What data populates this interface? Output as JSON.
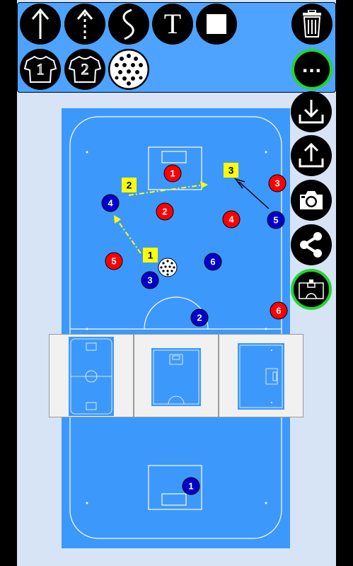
{
  "toolbar": {
    "tools": [
      {
        "name": "arrow-tool",
        "icon": "arrow-up-icon"
      },
      {
        "name": "dashed-arrow-tool",
        "icon": "dashed-arrow-up-icon"
      },
      {
        "name": "curve-tool",
        "icon": "curve-line-icon"
      },
      {
        "name": "text-tool",
        "icon": "text-icon",
        "label": "T"
      },
      {
        "name": "rectangle-tool",
        "icon": "square-icon"
      },
      {
        "name": "delete-button",
        "icon": "trash-icon"
      },
      {
        "name": "jersey-1-tool",
        "icon": "jersey-icon",
        "label": "1"
      },
      {
        "name": "jersey-2-tool",
        "icon": "jersey-icon",
        "label": "2"
      },
      {
        "name": "ball-tool",
        "icon": "floorball-icon"
      },
      {
        "name": "more-button",
        "icon": "more-dots-icon",
        "label": "..."
      }
    ]
  },
  "sidebar": [
    {
      "name": "download-button",
      "icon": "download-icon"
    },
    {
      "name": "upload-button",
      "icon": "upload-icon"
    },
    {
      "name": "camera-button",
      "icon": "camera-icon"
    },
    {
      "name": "share-button",
      "icon": "share-icon"
    },
    {
      "name": "court-view-button",
      "icon": "court-icon"
    }
  ],
  "colors": {
    "court": "#3d98fb",
    "background": "#d6e4f6",
    "toolbar": "#4da3ff",
    "red_team": "#ff0000",
    "blue_team": "#0000cc",
    "annotation": "#ffff00",
    "highlight_ring": "#22d62e"
  },
  "players": {
    "red": [
      "1",
      "2",
      "3",
      "4",
      "5",
      "6"
    ],
    "blue": [
      "4",
      "5",
      "3",
      "6",
      "2",
      "1"
    ]
  },
  "tags": [
    "2",
    "3",
    "1"
  ],
  "court_options": [
    {
      "name": "court-option-full",
      "icon": "full-court-icon"
    },
    {
      "name": "court-option-half",
      "icon": "half-court-icon"
    },
    {
      "name": "court-option-side",
      "icon": "side-court-icon"
    }
  ]
}
